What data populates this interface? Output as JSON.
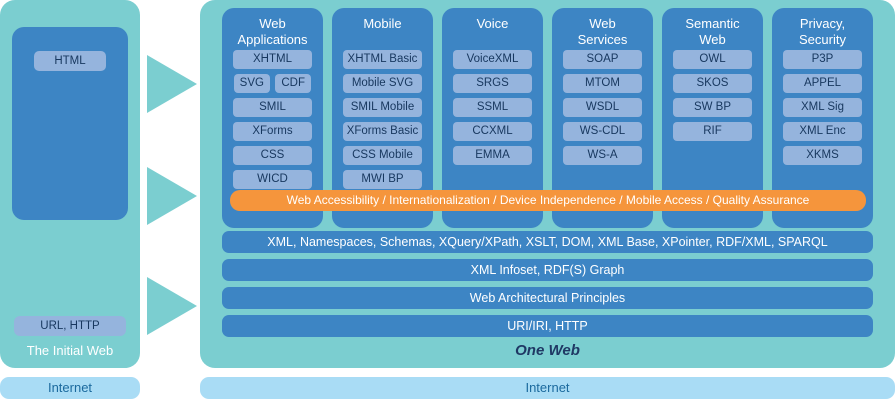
{
  "left_panel": {
    "html_chip": "HTML",
    "url_chip": "URL, HTTP",
    "caption": "The Initial Web",
    "internet_label": "Internet"
  },
  "right_panel": {
    "columns": [
      {
        "title": "Web\nApplications",
        "rows": [
          [
            "XHTML"
          ],
          [
            "SVG",
            "CDF"
          ],
          [
            "SMIL"
          ],
          [
            "XForms"
          ],
          [
            "CSS"
          ],
          [
            "WICD"
          ]
        ]
      },
      {
        "title": "Mobile",
        "rows": [
          [
            "XHTML Basic"
          ],
          [
            "Mobile SVG"
          ],
          [
            "SMIL Mobile"
          ],
          [
            "XForms Basic"
          ],
          [
            "CSS Mobile"
          ],
          [
            "MWI  BP"
          ]
        ]
      },
      {
        "title": "Voice",
        "rows": [
          [
            "VoiceXML"
          ],
          [
            "SRGS"
          ],
          [
            "SSML"
          ],
          [
            "CCXML"
          ],
          [
            "EMMA"
          ]
        ]
      },
      {
        "title": "Web\nServices",
        "rows": [
          [
            "SOAP"
          ],
          [
            "MTOM"
          ],
          [
            "WSDL"
          ],
          [
            "WS-CDL"
          ],
          [
            "WS-A"
          ]
        ]
      },
      {
        "title": "Semantic\nWeb",
        "rows": [
          [
            "OWL"
          ],
          [
            "SKOS"
          ],
          [
            "SW BP"
          ],
          [
            "RIF"
          ]
        ]
      },
      {
        "title": "Privacy,\nSecurity",
        "rows": [
          [
            "P3P"
          ],
          [
            "APPEL"
          ],
          [
            "XML Sig"
          ],
          [
            "XML Enc"
          ],
          [
            "XKMS"
          ]
        ]
      }
    ],
    "orange_bar": "Web Accessibility / Internationalization / Device Independence / Mobile Access / Quality Assurance",
    "foundation_bars": [
      "XML, Namespaces, Schemas, XQuery/XPath, XSLT, DOM, XML Base, XPointer, RDF/XML, SPARQL",
      "XML Infoset, RDF(S) Graph",
      "Web Architectural Principles",
      "URI/IRI, HTTP"
    ],
    "caption": "One Web",
    "internet_label": "Internet"
  },
  "colors": {
    "teal": "#7bced0",
    "column_blue": "#3d85c4",
    "chip_blue": "#95b4dd",
    "chip_text": "#17375e",
    "orange": "#f5953c",
    "internet_bar": "#a9dcf5",
    "internet_text": "#1b6a9e",
    "one_web_text": "#1f3864"
  }
}
